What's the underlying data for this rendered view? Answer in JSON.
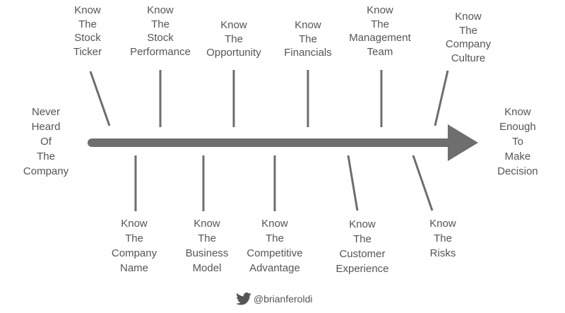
{
  "colors": {
    "line": "#6e6e6e",
    "text": "#555555",
    "background": "#ffffff"
  },
  "start_label": [
    "Never",
    "Heard",
    "Of",
    "The",
    "Company"
  ],
  "end_label": [
    "Know",
    "Enough",
    "To",
    "Make",
    "Decision"
  ],
  "top_branches": [
    {
      "label": [
        "Know",
        "The",
        "Stock",
        "Ticker"
      ]
    },
    {
      "label": [
        "Know",
        "The",
        "Stock",
        "Performance"
      ]
    },
    {
      "label": [
        "Know",
        "The",
        "Opportunity"
      ]
    },
    {
      "label": [
        "Know",
        "The",
        "Financials"
      ]
    },
    {
      "label": [
        "Know",
        "The",
        "Management",
        "Team"
      ]
    },
    {
      "label": [
        "Know",
        "The",
        "Company",
        "Culture"
      ]
    }
  ],
  "bottom_branches": [
    {
      "label": [
        "Know",
        "The",
        "Company",
        "Name"
      ]
    },
    {
      "label": [
        "Know",
        "The",
        "Business",
        "Model"
      ]
    },
    {
      "label": [
        "Know",
        "The",
        "Competitive",
        "Advantage"
      ]
    },
    {
      "label": [
        "Know",
        "The",
        "Customer",
        "Experience"
      ]
    },
    {
      "label": [
        "Know",
        "The",
        "Risks"
      ]
    }
  ],
  "credit": {
    "icon": "twitter-bird-icon",
    "handle": "@brianferoldi"
  }
}
